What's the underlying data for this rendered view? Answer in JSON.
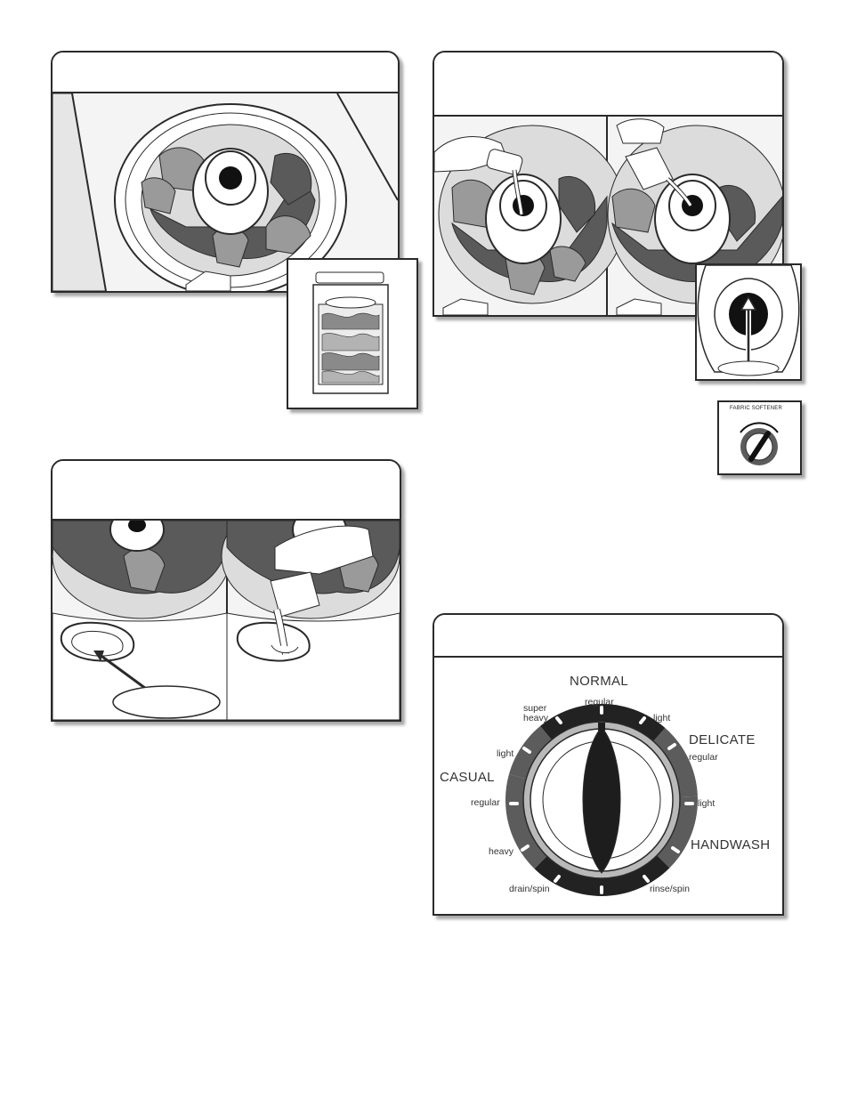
{
  "fabric_softener_inset": {
    "label": "FABRIC SOFTENER"
  },
  "cycle_dial": {
    "categories": {
      "normal": "NORMAL",
      "delicate": "DELICATE",
      "casual": "CASUAL",
      "handwash": "HANDWASH"
    },
    "settings": {
      "normal_regular": "regular",
      "normal_light": "light",
      "super_heavy": "super heavy",
      "delicate_regular": "regular",
      "delicate_light": "light",
      "casual_light": "light",
      "casual_regular": "regular",
      "casual_heavy": "heavy",
      "drain_spin": "drain/spin",
      "rinse_spin": "rinse/spin"
    }
  },
  "colors": {
    "outline": "#2a2a2a",
    "drum_dark": "#5a5a5a",
    "clothes_light": "#9a9a9a",
    "dial_dark": "#222222",
    "dial_grey": "#5c5c5c",
    "dial_ring": "#b9b9b9"
  },
  "icons": [
    "washer-load-illustration",
    "washer-front-icon",
    "liquid-pour-illustration",
    "dispenser-arrow-icon",
    "softener-knob-icon",
    "detergent-dispenser-illustration",
    "cycle-dial-knob"
  ]
}
